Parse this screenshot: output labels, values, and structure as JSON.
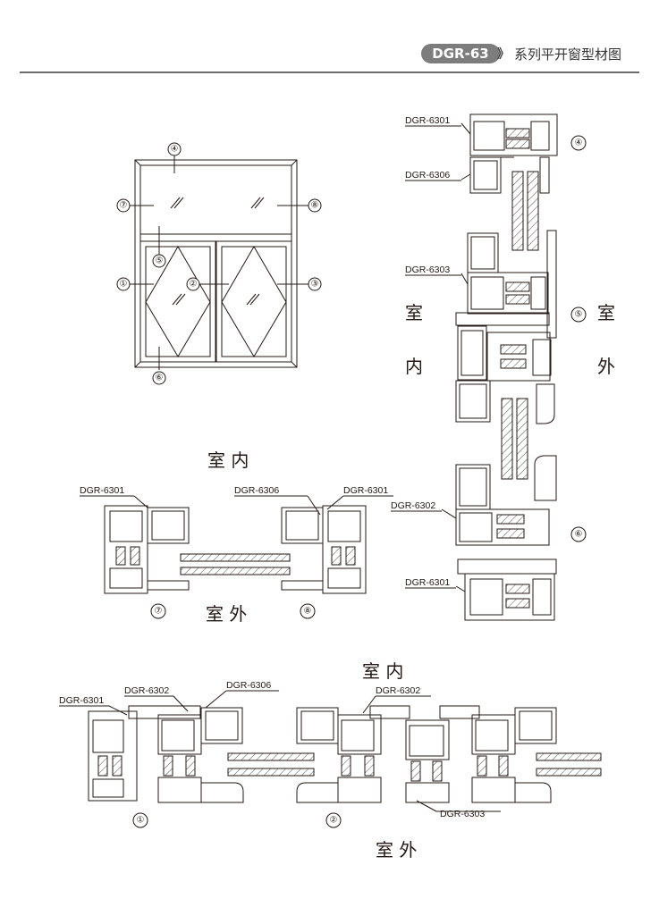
{
  "header": {
    "badge": "DGR-63",
    "chevrons": "》",
    "title": "系列平开窗型材图"
  },
  "elevation": {
    "markers": [
      "④",
      "⑦",
      "⑧",
      "⑤",
      "①",
      "②",
      "③",
      "⑥"
    ]
  },
  "right_section": {
    "labels": [
      "DGR-6301",
      "DGR-6306",
      "DGR-6303",
      "DGR-6302",
      "DGR-6301"
    ],
    "markers": [
      "④",
      "⑤",
      "⑥"
    ],
    "inside_chars": [
      "室",
      "内"
    ],
    "outside_chars": [
      "室",
      "外"
    ]
  },
  "mid_section": {
    "top_caption": "室 内",
    "bottom_caption": "室 外",
    "labels": [
      "DGR-6301",
      "DGR-6306",
      "DGR-6301"
    ],
    "markers": [
      "⑦",
      "⑧"
    ]
  },
  "bottom_section": {
    "top_caption": "室 内",
    "bottom_caption": "室 外",
    "labels": [
      "DGR-6301",
      "DGR-6302",
      "DGR-6306",
      "DGR-6302",
      "DGR-6303"
    ],
    "markers": [
      "①",
      "②"
    ]
  }
}
